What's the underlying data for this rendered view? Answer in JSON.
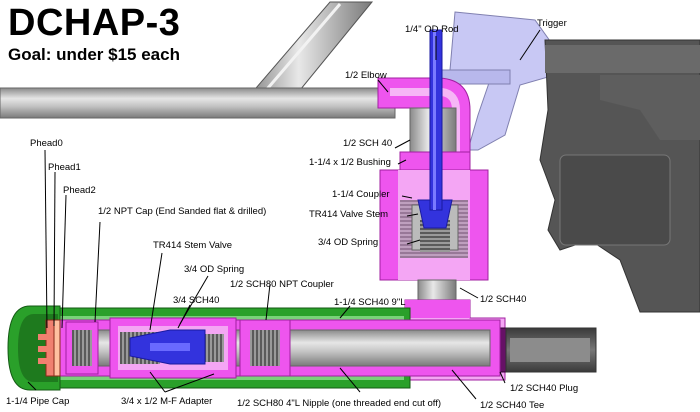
{
  "header": {
    "title": "DCHAP-3",
    "subtitle": "Goal: under $15 each"
  },
  "labels": {
    "rod": "1/4\" OD Rod",
    "trigger": "Trigger",
    "elbow": "1/2 Elbow",
    "sch40_top": "1/2 SCH 40",
    "bushing": "1-1/4 x 1/2 Bushing",
    "coupler": "1-1/4 Coupler",
    "valve_stem": "TR414 Valve Stem",
    "spring_right": "3/4 OD Spring",
    "sch40_mid": "1/2 SCH40",
    "phead0": "Phead0",
    "phead1": "Phead1",
    "phead2": "Phead2",
    "npt_cap": "1/2 NPT Cap (End Sanded flat & drilled)",
    "stem_valve": "TR414 Stem Valve",
    "spring_left": "3/4 OD Spring",
    "sch40_34": "3/4 SCH40",
    "npt_coupler": "1/2 SCH80 NPT Coupler",
    "sch40_9": "1-1/4 SCH40 9\"L",
    "pipe_cap": "1-1/4 Pipe Cap",
    "adapter": "3/4 x 1/2 M-F Adapter",
    "nipple": "1/2 SCH80 4\"L Nipple (one threaded end cut off)",
    "plug": "1/2 SCH40 Plug",
    "tee": "1/2 SCH40 Tee"
  },
  "colors": {
    "pipe_gray": "#b4b4b4",
    "pvc_magenta": "#ee55ee",
    "pvc_pink": "#f4a6f4",
    "cap_green": "#2aa02a",
    "valve_blue": "#3333dd",
    "trigger_lavender": "#c8c8f4",
    "handle_dark": "#555555",
    "plug_purple": "#661166",
    "phead_salmon": "#f08070"
  }
}
